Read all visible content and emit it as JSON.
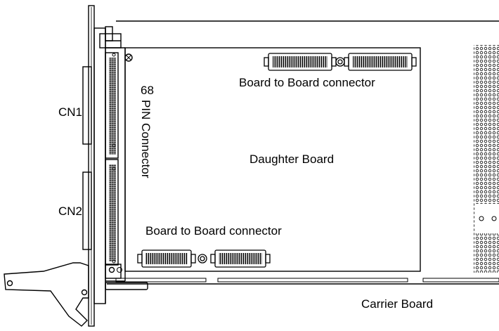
{
  "diagram": {
    "labels": {
      "cn1": "CN1",
      "cn2": "CN2",
      "pin_connector_line1": "68",
      "pin_connector_line2": "PIN Connector",
      "b2b_top": "Board to Board connector",
      "b2b_bottom": "Board to Board connector",
      "daughter_board": "Daughter Board",
      "carrier_board": "Carrier Board"
    },
    "colors": {
      "line": "#000000",
      "background": "#ffffff"
    }
  }
}
